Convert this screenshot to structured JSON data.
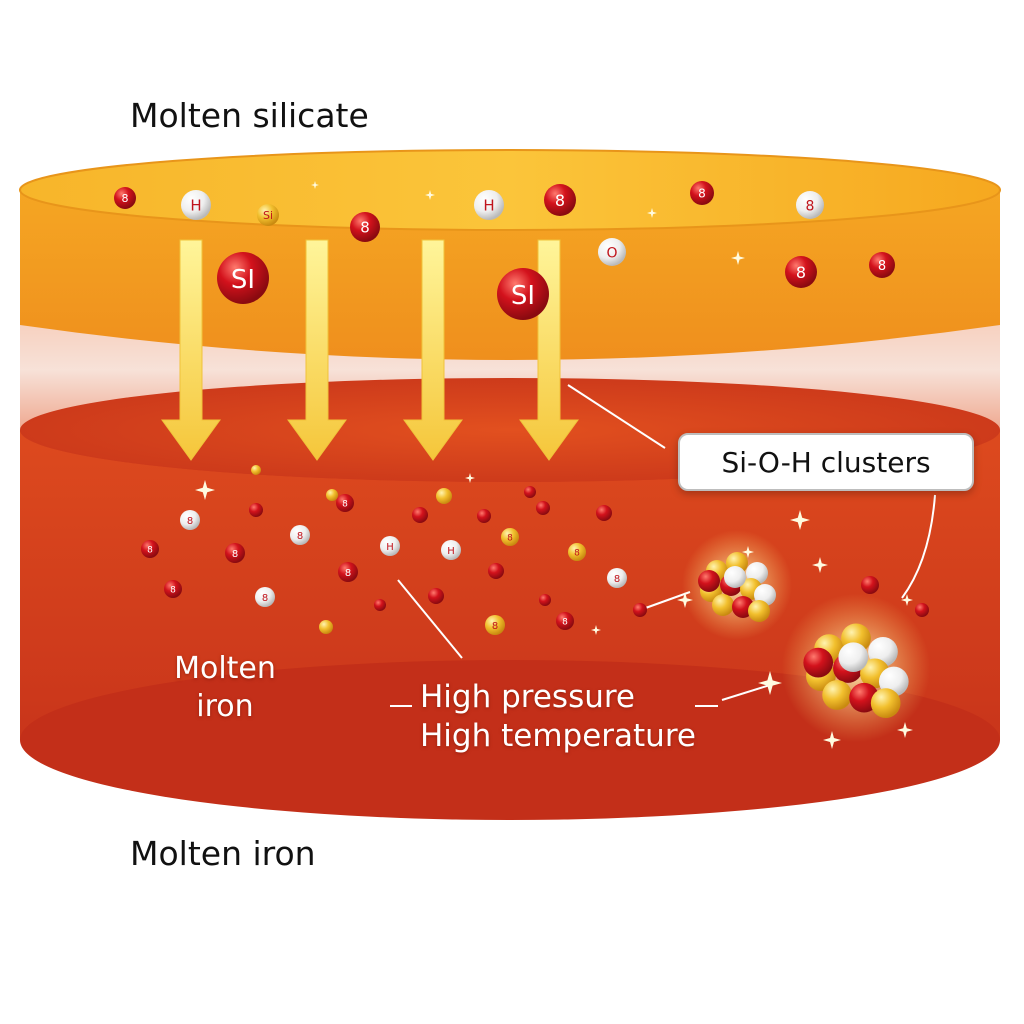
{
  "labels": {
    "top_layer": "Molten silicate",
    "bottom_layer": "Molten iron",
    "iron_inner": "Molten iron",
    "pressure": "High pressure",
    "temperature": "High temperature",
    "clusters": "Si-O-H clusters"
  },
  "colors": {
    "silicate_top": "#f6b21c",
    "silicate_body": "#f3a52a",
    "iron_top": "#d8401c",
    "iron_body": "#c8341a",
    "arrow": "#f7e25a",
    "atom_red": "#d3121c",
    "atom_white": "#f5f5f5",
    "atom_gold": "#f2c02e"
  },
  "atom_labels": {
    "hydrogen": "H",
    "oxygen": "O",
    "silicon": "Si",
    "silicon_large": "SI",
    "generic": "8"
  }
}
